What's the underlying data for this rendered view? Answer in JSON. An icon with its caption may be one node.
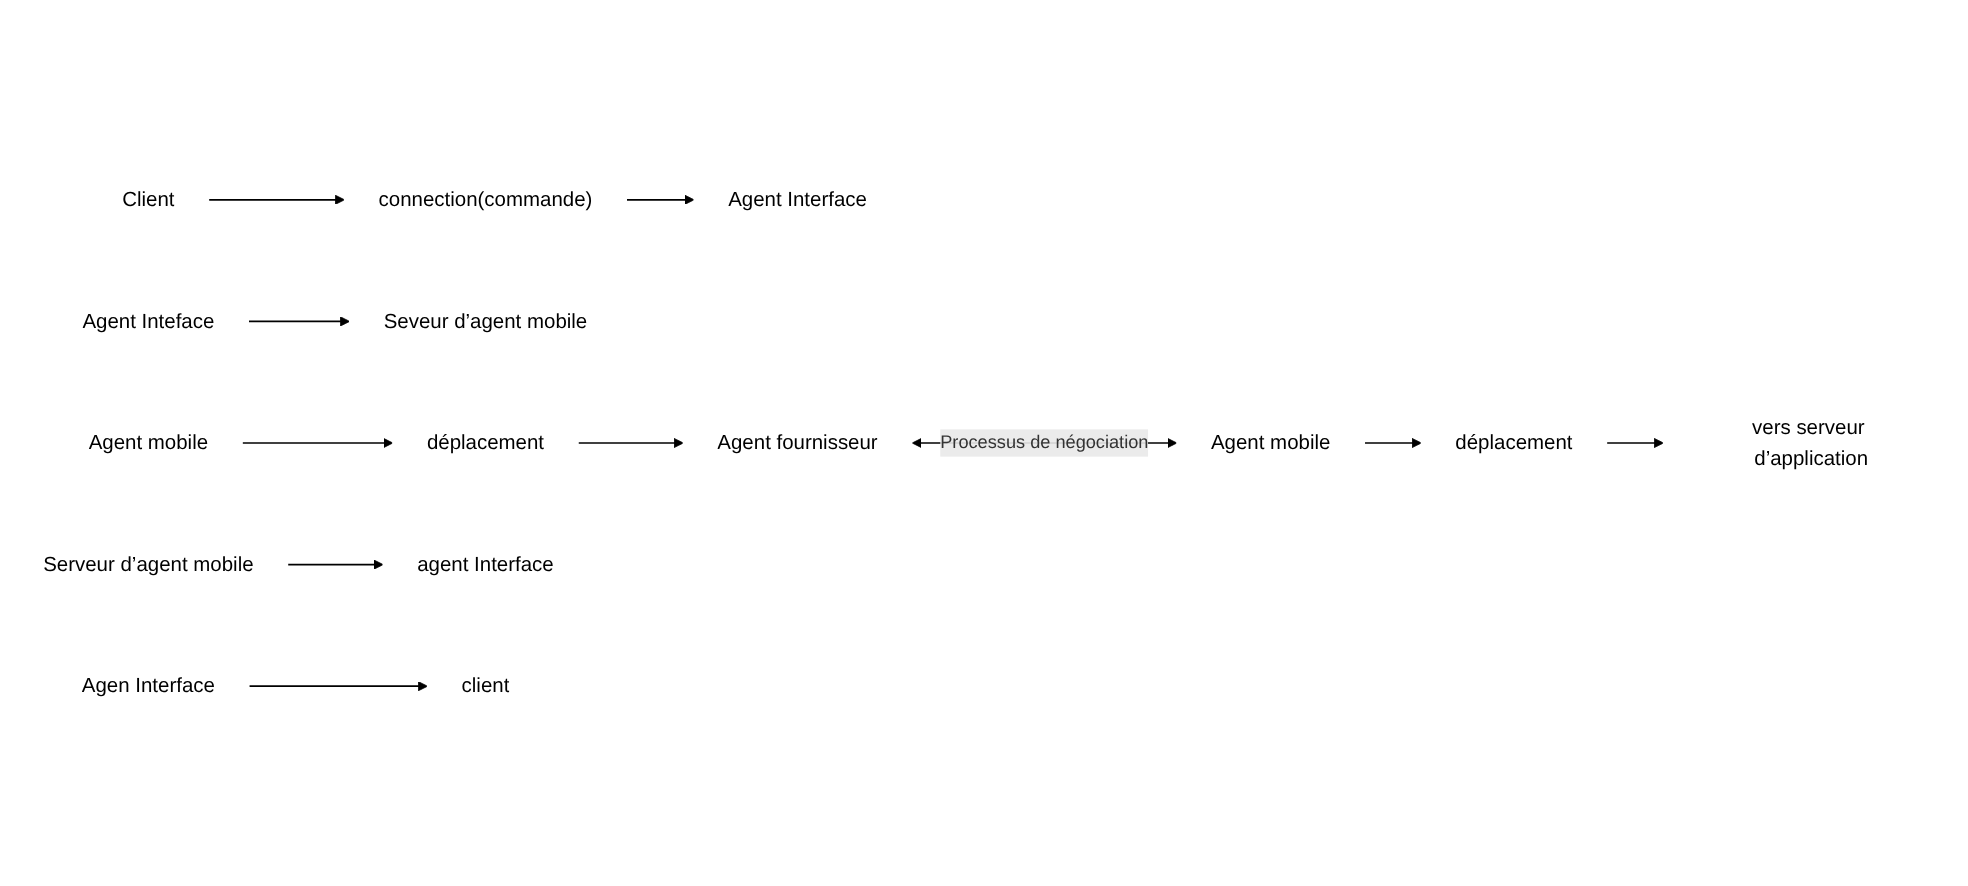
{
  "diagram": {
    "nodes": [
      {
        "text": [
          "Client"
        ]
      },
      {
        "text": [
          "connection(commande)"
        ]
      },
      {
        "text": [
          "Agent Interface"
        ]
      },
      {
        "text": [
          "Agent Inteface"
        ]
      },
      {
        "text": [
          "Seveur d’agent mobile"
        ]
      },
      {
        "text": [
          "Agent mobile"
        ]
      },
      {
        "text": [
          "déplacement"
        ]
      },
      {
        "text": [
          "Agent fournisseur"
        ]
      },
      {
        "text": [
          "Agent mobile"
        ]
      },
      {
        "text": [
          "déplacement"
        ]
      },
      {
        "text": [
          "vers serveur d’application"
        ]
      },
      {
        "text": [
          "Serveur d’agent mobile"
        ]
      },
      {
        "text": [
          "agent Interface"
        ]
      },
      {
        "text": [
          "Agen Interface"
        ]
      },
      {
        "text": [
          "client"
        ]
      }
    ],
    "edges": [
      {
        "from": 0,
        "to": 1,
        "arrow": "to"
      },
      {
        "from": 1,
        "to": 2,
        "arrow": "to"
      },
      {
        "from": 3,
        "to": 4,
        "arrow": "to"
      },
      {
        "from": 5,
        "to": 6,
        "arrow": "to"
      },
      {
        "from": 6,
        "to": 7,
        "arrow": "to"
      },
      {
        "from": 7,
        "to": 8,
        "arrow": "both",
        "label": "Processus de négociation"
      },
      {
        "from": 8,
        "to": 9,
        "arrow": "to"
      },
      {
        "from": 9,
        "to": 10,
        "arrow": "to"
      },
      {
        "from": 11,
        "to": 12,
        "arrow": "to"
      },
      {
        "from": 13,
        "to": 14,
        "arrow": "to"
      }
    ]
  }
}
